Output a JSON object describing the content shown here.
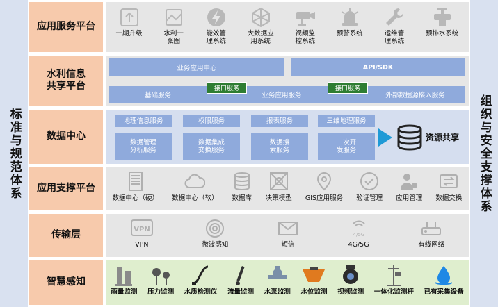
{
  "left_side": "标准与规范体系",
  "right_side": "组织与安全支撑体系",
  "layers": {
    "app_platform": {
      "title": "应用服务平台",
      "items": [
        {
          "label": "一期升级",
          "icon": "upgrade-icon"
        },
        {
          "label": "水利一\n张图",
          "icon": "map-icon"
        },
        {
          "label": "能效管\n理系统",
          "icon": "lightning-icon"
        },
        {
          "label": "大数据应\n用系统",
          "icon": "network-icon"
        },
        {
          "label": "视频监\n控系统",
          "icon": "camera-icon"
        },
        {
          "label": "预警系统",
          "icon": "alarm-icon"
        },
        {
          "label": "运维管\n理系统",
          "icon": "wrench-icon"
        },
        {
          "label": "预排水系统",
          "icon": "valve-icon"
        }
      ]
    },
    "share_platform": {
      "title": "水利信息\n共享平台",
      "bar_business_center": "业务应用中心",
      "bar_api": "API/SDK",
      "interface_1": "接口服务",
      "interface_2": "接口服务",
      "bar_basic": "基础服务",
      "bar_business": "业务应用服务",
      "bar_external": "外部数据源接入服务"
    },
    "data_center": {
      "title": "数据中心",
      "services": [
        "地理信息服务",
        "权限服务",
        "报表服务",
        "三维地理服务",
        "数据管理\n分析服务",
        "数据集成\n交换服务",
        "数据搜\n索服务",
        "二次开\n发服务"
      ],
      "resource_label": "资源共享"
    },
    "support_platform": {
      "title": "应用支撑平台",
      "items": [
        {
          "label": "数据中心（硬）",
          "icon": "server-rack-icon"
        },
        {
          "label": "数据中心（软）",
          "icon": "cloud-icon"
        },
        {
          "label": "数据库",
          "icon": "database-icon"
        },
        {
          "label": "决策模型",
          "icon": "decision-model-icon"
        },
        {
          "label": "GIS应用服务",
          "icon": "location-pin-icon"
        },
        {
          "label": "验证管理",
          "icon": "check-icon"
        },
        {
          "label": "应用管理",
          "icon": "user-gear-icon"
        },
        {
          "label": "数据交换",
          "icon": "exchange-icon"
        }
      ]
    },
    "transport": {
      "title": "传输层",
      "items": [
        {
          "label": "VPN",
          "icon": "vpn-icon",
          "icon_text": "VPN"
        },
        {
          "label": "微波感知",
          "icon": "microwave-icon"
        },
        {
          "label": "短信",
          "icon": "sms-envelope-icon"
        },
        {
          "label": "4G/5G",
          "icon": "signal-icon",
          "icon_text": "4/5G"
        },
        {
          "label": "有线网络",
          "icon": "router-icon"
        }
      ]
    },
    "sensing": {
      "title": "智慧感知",
      "items": [
        {
          "label": "雨量监测",
          "icon": "rain-gauge-icon"
        },
        {
          "label": "压力监测",
          "icon": "pressure-gauge-icon"
        },
        {
          "label": "水质检测仪",
          "icon": "water-quality-probe-icon"
        },
        {
          "label": "流量监测",
          "icon": "flow-meter-icon"
        },
        {
          "label": "水泵监测",
          "icon": "water-pump-icon"
        },
        {
          "label": "水位监测",
          "icon": "water-level-sensor-icon"
        },
        {
          "label": "视频监测",
          "icon": "dome-camera-icon"
        },
        {
          "label": "一体化监测杆",
          "icon": "monitoring-pole-icon"
        },
        {
          "label": "已有采集设备",
          "icon": "water-drop-device-icon"
        }
      ]
    }
  },
  "colors": {
    "side_bg": "#d9e1f0",
    "label_bg": "#f7caac",
    "bar_blue": "#8faadc",
    "interface_green": "#2e7d32",
    "sensing_bg": "#dfeece"
  }
}
